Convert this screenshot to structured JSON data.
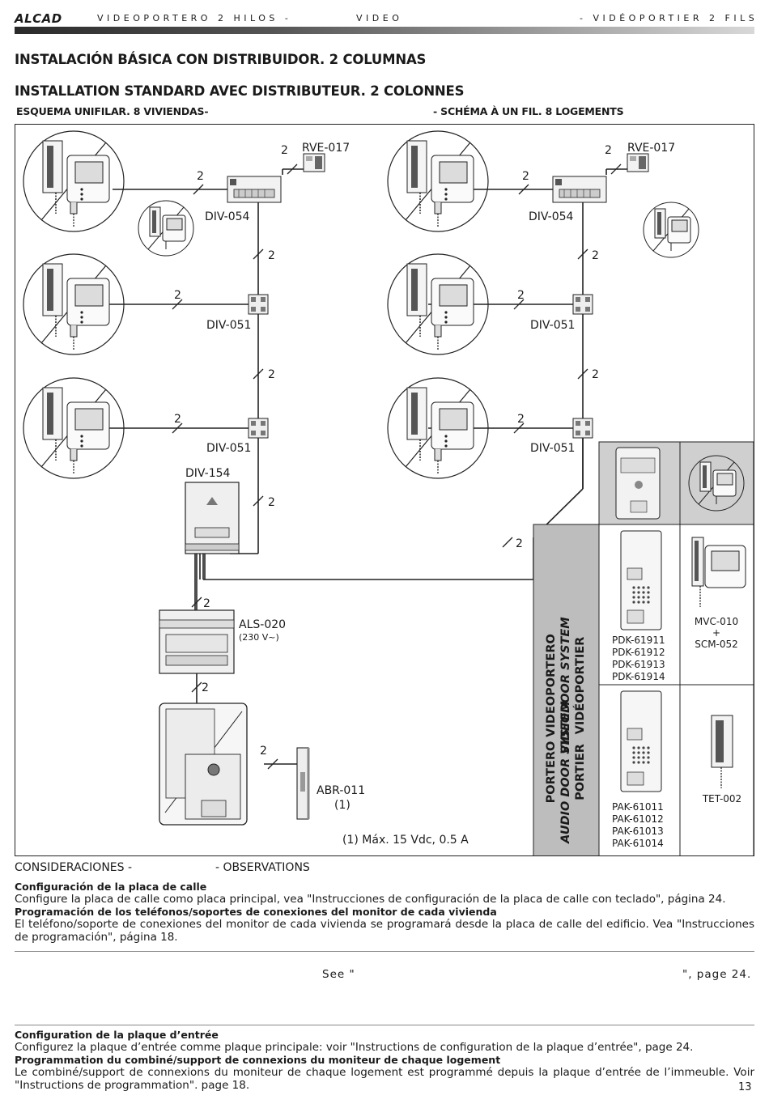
{
  "header": {
    "brand": "ALCAD",
    "left": "VIDEOPORTERO 2 HILOS -",
    "middle": "VIDEO",
    "right": "- VIDÉOPORTIER 2 FILS"
  },
  "titles": {
    "es": "INSTALACIÓN BÁSICA CON DISTRIBUIDOR. 2 COLUMNAS",
    "fr": "INSTALLATION STANDARD AVEC DISTRIBUTEUR. 2 COLONNES",
    "sub_es": "ESQUEMA UNIFILAR. 8 VIVIENDAS-",
    "sub_fr": "- SCHÉMA À UN FIL. 8 LOGEMENTS"
  },
  "diagram": {
    "wire_count": "2",
    "labels": {
      "rve_left": "RVE-017",
      "rve_right": "RVE-017",
      "div054_left": "DIV-054",
      "div054_right": "DIV-054",
      "div051_l1": "DIV-051",
      "div051_l2": "DIV-051",
      "div051_r1": "DIV-051",
      "div051_r2": "DIV-051",
      "div154": "DIV-154",
      "als": "ALS-020",
      "als_sub": "(230 V~)",
      "abr": "ABR-011",
      "abr_note": "(1)",
      "footnote": "(1) Máx. 15 Vdc, 0.5 A"
    },
    "legend": {
      "video_es": "VIDEOPORTERO",
      "video_en": "VIDEODOOR SYSTEM",
      "video_fr": "VIDÉOPORTIER",
      "audio_es": "PORTERO",
      "audio_en": "AUDIO DOOR SYSTEM",
      "audio_fr": "PORTIER",
      "pdk": [
        "PDK-61911",
        "PDK-61912",
        "PDK-61913",
        "PDK-61914"
      ],
      "pak": [
        "PAK-61011",
        "PAK-61012",
        "PAK-61013",
        "PAK-61014"
      ],
      "mvc": "MVC-010",
      "plus": "+",
      "scm": "SCM-052",
      "tet": "TET-002"
    }
  },
  "considerations": {
    "heading_es": "CONSIDERACIONES -",
    "heading_fr": "- OBSERVATIONS",
    "es": [
      {
        "title": "Configuración de la placa de calle",
        "text": "Configure la placa de calle como placa principal, vea \"Instrucciones de configuración de la placa de calle con teclado\", página 24."
      },
      {
        "title": "Programación de los teléfonos/soportes de conexiones del monitor de cada vivienda",
        "text": "El teléfono/soporte de conexiones del monitor de cada vivienda se programará desde la placa de calle del edificio. Vea \"Instrucciones de programación\", página 18."
      }
    ],
    "see_a": "See \"",
    "see_b": "\", page 24.",
    "fr": [
      {
        "title": "Configuration de la plaque d’entrée",
        "text": "Configurez la plaque d’entrée comme plaque principale: voir \"Instructions de configuration de la plaque d’entrée\", page 24."
      },
      {
        "title": "Programmation du combiné/support de connexions du moniteur de chaque logement",
        "text": "Le combiné/support de connexions du moniteur de chaque logement est programmé depuis la plaque d’entrée de l’immeuble. Voir \"Instructions de programmation\". page 18."
      }
    ]
  },
  "page_number": "13"
}
